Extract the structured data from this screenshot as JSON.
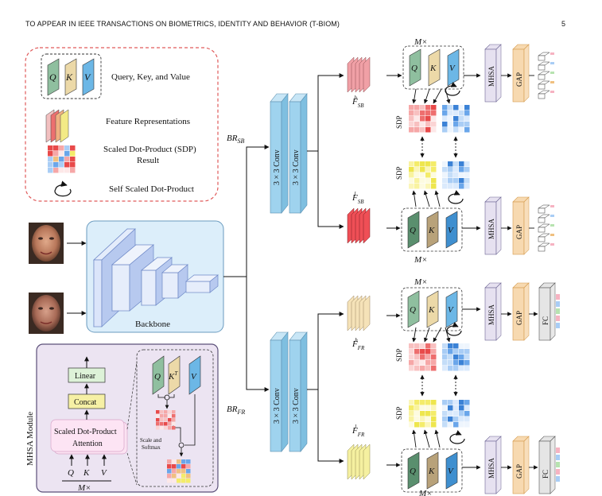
{
  "header": {
    "title": "TO APPEAR IN IEEE TRANSACTIONS ON BIOMETRICS, IDENTITY AND BEHAVIOR (T-BIOM)",
    "page_number": "5"
  },
  "legend": {
    "qkv_label": "Query, Key, and Value",
    "feature_label": "Feature Representations",
    "sdp_label_line1": "Scaled Dot-Product (SDP)",
    "sdp_label_line2": "Result",
    "self_sdp_label": "Self Scaled Dot-Product"
  },
  "qkv": {
    "q": "Q",
    "k": "K",
    "v": "V"
  },
  "backbone_label": "Backbone",
  "branches": {
    "br_sb": "BR",
    "br_sb_sub": "SB",
    "br_fr": "BR",
    "br_fr_sub": "FR",
    "conv_label": "3 × 3 Conv"
  },
  "features": {
    "f_sb_h": "F",
    "f_sb_h_sub": "SB",
    "f_sb_h_sup": "h",
    "f_sb_l": "F",
    "f_sb_l_sub": "SB",
    "f_sb_l_sup": "l",
    "f_fr_h": "F",
    "f_fr_h_sub": "FR",
    "f_fr_h_sup": "h",
    "f_fr_l": "F",
    "f_fr_l_sub": "FR",
    "f_fr_l_sup": "l"
  },
  "blocks": {
    "mhsa": "MHSA",
    "gap": "GAP",
    "fc": "FC",
    "sdp": "SDP",
    "repeat": "M×"
  },
  "mhsa_module": {
    "title": "MHSA Module",
    "linear": "Linear",
    "concat": "Concat",
    "sdp_attention_line1": "Scaled Dot-Product",
    "sdp_attention_line2": "Attention",
    "inputs": [
      "Q",
      "K",
      "V"
    ],
    "repeat": "M×",
    "kt": "K",
    "kt_sup": "T",
    "scale_softmax_line1": "Scale and",
    "scale_softmax_line2": "Softmax"
  },
  "colors": {
    "q": "#8fbf9f",
    "k": "#ecd9a8",
    "v": "#6cb7e6",
    "conv": "#9fd3ee",
    "mhsa": "#e6e1f0",
    "gap": "#f7d9b0",
    "fc": "#e5e5e5",
    "backbone_bg": "#dceefa",
    "module_bg": "#ece4f2",
    "legend_border": "#e05a5a",
    "feature_sb_h": "#f0a0a6",
    "feature_sb_l": "#ef4f56",
    "feature_fr_h": "#f5e2b8",
    "feature_fr_l": "#f5f0a0"
  }
}
